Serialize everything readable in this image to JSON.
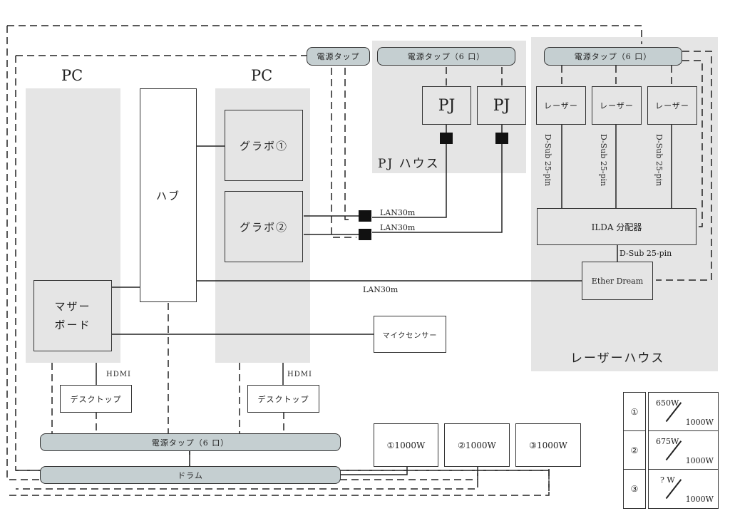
{
  "zones": {
    "pc_left": "PC",
    "pc_right": "PC",
    "pj_house": "PJ ハウス",
    "laser_house": "レーザーハウス"
  },
  "components": {
    "hub": "ハブ",
    "gpu1": "グラボ①",
    "gpu2": "グラボ②",
    "motherboard_line1": "マザー",
    "motherboard_line2": "ボード",
    "desktop_left": "デスクトップ",
    "desktop_right": "デスクトップ",
    "pj1": "PJ",
    "pj2": "PJ",
    "laser1": "レーザー",
    "laser2": "レーザー",
    "laser3": "レーザー",
    "ilda": "ILDA 分配器",
    "ether_dream": "Ether Dream",
    "mic_sensor": "マイクセンサー",
    "gen1": "①1000W",
    "gen2": "②1000W",
    "gen3": "③1000W"
  },
  "power_taps": {
    "small": "電源タップ",
    "pj": "電源タップ（6 口）",
    "laser": "電源タップ（6 口）",
    "main": "電源タップ（6 口）",
    "drum": "ドラム"
  },
  "cable_labels": {
    "lan_pj1": "LAN30m",
    "lan_pj2": "LAN30m",
    "lan_ether": "LAN30m",
    "dsub1": "D-Sub 25-pin",
    "dsub2": "D-Sub 25-pin",
    "dsub3": "D-Sub 25-pin",
    "dsub_ilda": "D-Sub 25-pin",
    "hdmi_left": "HDMI",
    "hdmi_right": "HDMI"
  },
  "legend": [
    {
      "id": "①",
      "used": "650W",
      "capacity": "1000W"
    },
    {
      "id": "②",
      "used": "675W",
      "capacity": "1000W"
    },
    {
      "id": "③",
      "used": "? W",
      "capacity": "1000W"
    }
  ]
}
